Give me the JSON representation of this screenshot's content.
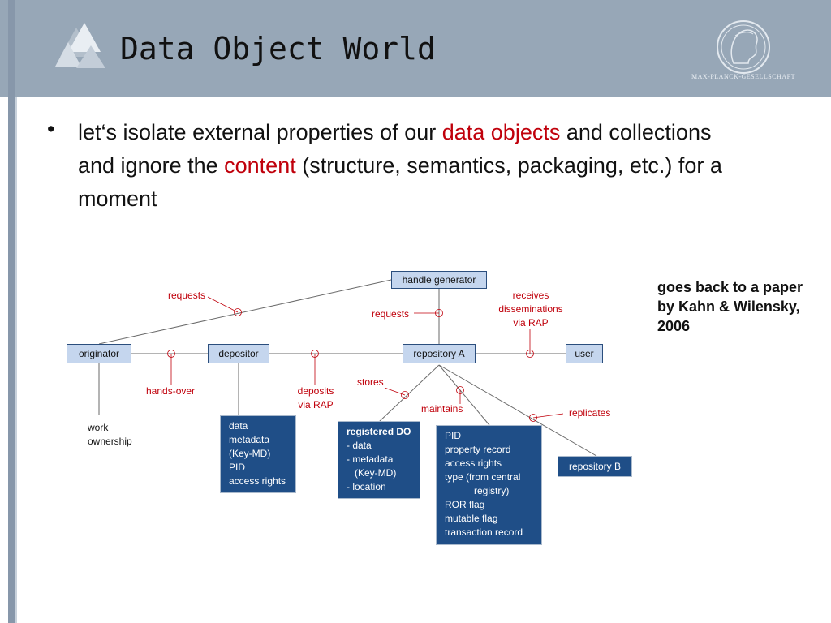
{
  "slide": {
    "title": "Data Object World",
    "logo_caption": "MAX-PLANCK-GESELLSCHAFT",
    "bullet_symbol": "•",
    "bullet": {
      "part1": "let‘s isolate external properties of our ",
      "highlight1": "data objects",
      "part2": " and collections and ignore the ",
      "highlight2": "content",
      "part3": " (structure, semantics, packaging, etc.)  for a moment"
    },
    "side_note": "goes back to a paper by Kahn & Wilensky, 2006"
  },
  "diagram": {
    "nodes": {
      "handle_generator": "handle generator",
      "originator": "originator",
      "depositor": "depositor",
      "repository_a": "repository A",
      "user": "user",
      "repository_b": "repository B"
    },
    "relations": {
      "requests_originator": "requests",
      "requests_repo": "requests",
      "receives_1": "receives",
      "receives_2": "disseminations",
      "receives_3": "via RAP",
      "hands_over": "hands-over",
      "deposits_1": "deposits",
      "deposits_2": "via RAP",
      "stores": "stores",
      "maintains": "maintains",
      "replicates": "replicates"
    },
    "notes": {
      "work": "work",
      "ownership": "ownership"
    },
    "depositor_box": [
      "data",
      "metadata",
      "(Key-MD)",
      "PID",
      "access rights"
    ],
    "registered_do_box": {
      "heading": "registered DO",
      "lines": [
        "- data",
        "- metadata",
        "   (Key-MD)",
        "- location"
      ]
    },
    "property_box": [
      "PID",
      "property record",
      "access rights",
      "type (from central",
      "registry)",
      "ROR flag",
      "mutable flag",
      "transaction record"
    ]
  },
  "colors": {
    "header": "#97a7b7",
    "accent_red": "#c0000b",
    "node_fill": "#c5d6ee",
    "box_fill": "#1f4e87"
  }
}
